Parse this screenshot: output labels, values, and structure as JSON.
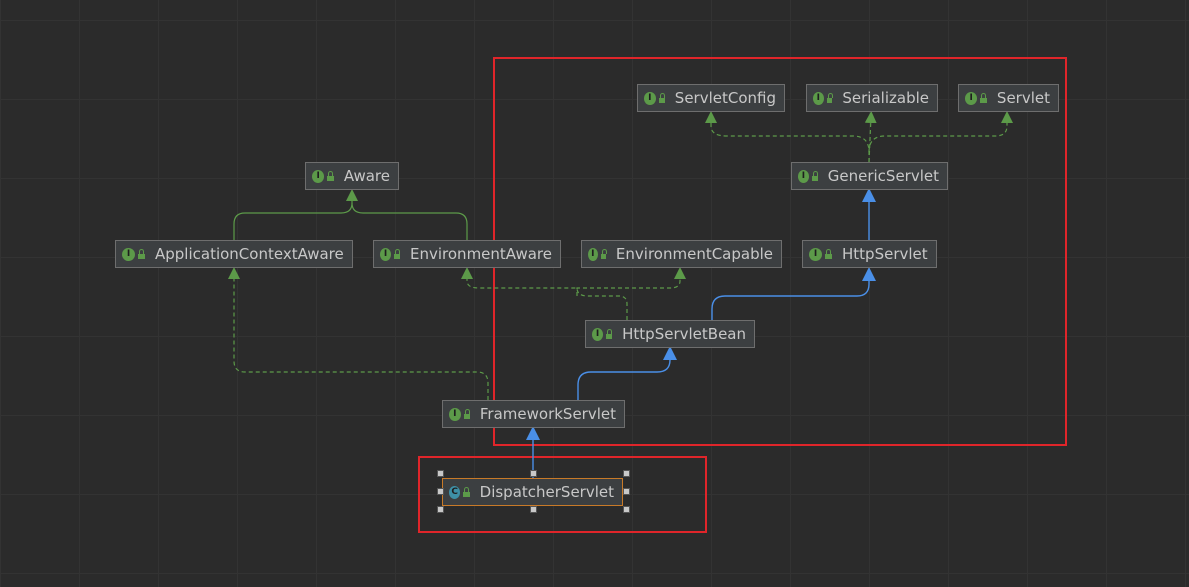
{
  "nodes": {
    "servlet_config": "ServletConfig",
    "serializable": "Serializable",
    "servlet": "Servlet",
    "aware": "Aware",
    "generic_servlet": "GenericServlet",
    "application_context_aware": "ApplicationContextAware",
    "environment_aware": "EnvironmentAware",
    "environment_capable": "EnvironmentCapable",
    "http_servlet": "HttpServlet",
    "http_servlet_bean": "HttpServletBean",
    "framework_servlet": "FrameworkServlet",
    "dispatcher_servlet": "DispatcherServlet"
  },
  "badges": {
    "interface": "I",
    "class": "C"
  },
  "colors": {
    "background": "#2b2b2b",
    "interface_edge": "#5c9a49",
    "class_edge": "#4a8fe7",
    "highlight_box": "#e0252a",
    "selected_border": "#c87a28"
  }
}
